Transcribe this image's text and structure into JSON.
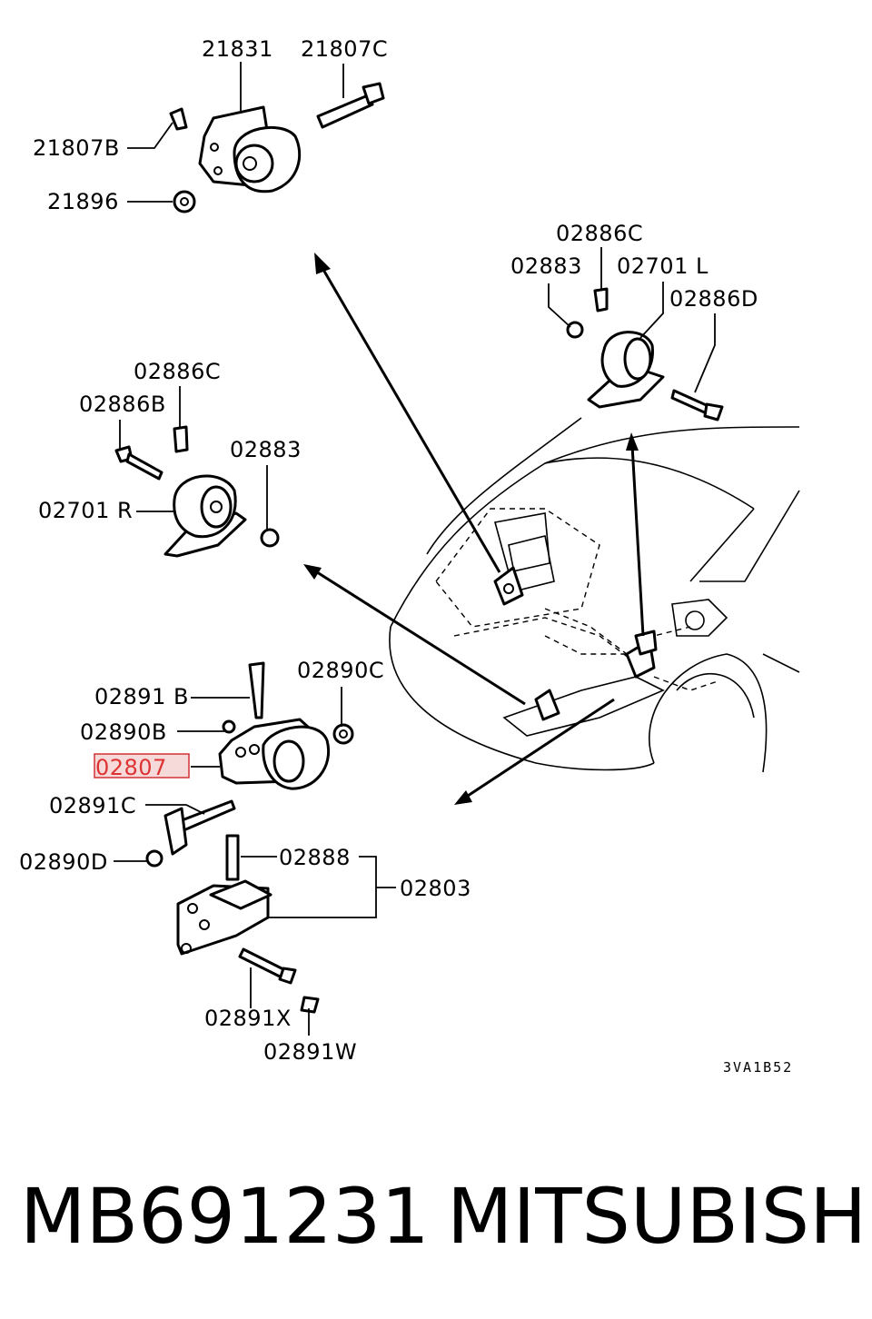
{
  "labels": {
    "p21831": "21831",
    "p21807C": "21807C",
    "p21807B": "21807B",
    "p21896": "21896",
    "p02886C_r": "02886C",
    "p02883_r": "02883",
    "p02701L": "02701 L",
    "p02886D": "02886D",
    "p02886C_l": "02886C",
    "p02886B": "02886B",
    "p02883_l": "02883",
    "p02701R": "02701 R",
    "p02891B": "02891 B",
    "p02890C": "02890C",
    "p02890B": "02890B",
    "p02807": "02807",
    "p02891C": "02891C",
    "p02890D": "02890D",
    "p02888": "02888",
    "p02803": "02803",
    "p02891X": "02891X",
    "p02891W": "02891W"
  },
  "diagram_code": "3VA1B52",
  "footer": {
    "part_number": "MB691231",
    "brand": "MITSUBISHI"
  },
  "highlight": {
    "part": "02807",
    "color": "#d33333"
  }
}
